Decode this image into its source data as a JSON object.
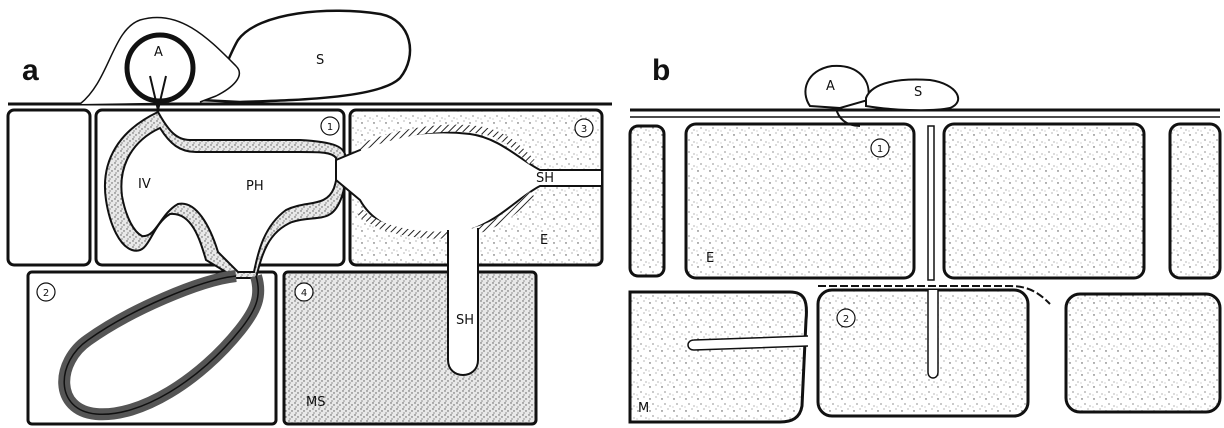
{
  "panels": {
    "a": {
      "letter": "a",
      "labels": {
        "appressorium": "A",
        "spore": "S",
        "infection_vesicle": "IV",
        "primary_hypha": "PH",
        "secondary_hypha_upper": "SH",
        "secondary_hypha_lower": "SH",
        "epidermis": "E",
        "mesophyll": "MS"
      },
      "cell_numbers": [
        "1",
        "2",
        "3",
        "4"
      ]
    },
    "b": {
      "letter": "b",
      "labels": {
        "appressorium": "A",
        "spore": "S",
        "epidermis": "E",
        "mesophyll": "M"
      },
      "cell_numbers": [
        "1",
        "2"
      ]
    }
  }
}
